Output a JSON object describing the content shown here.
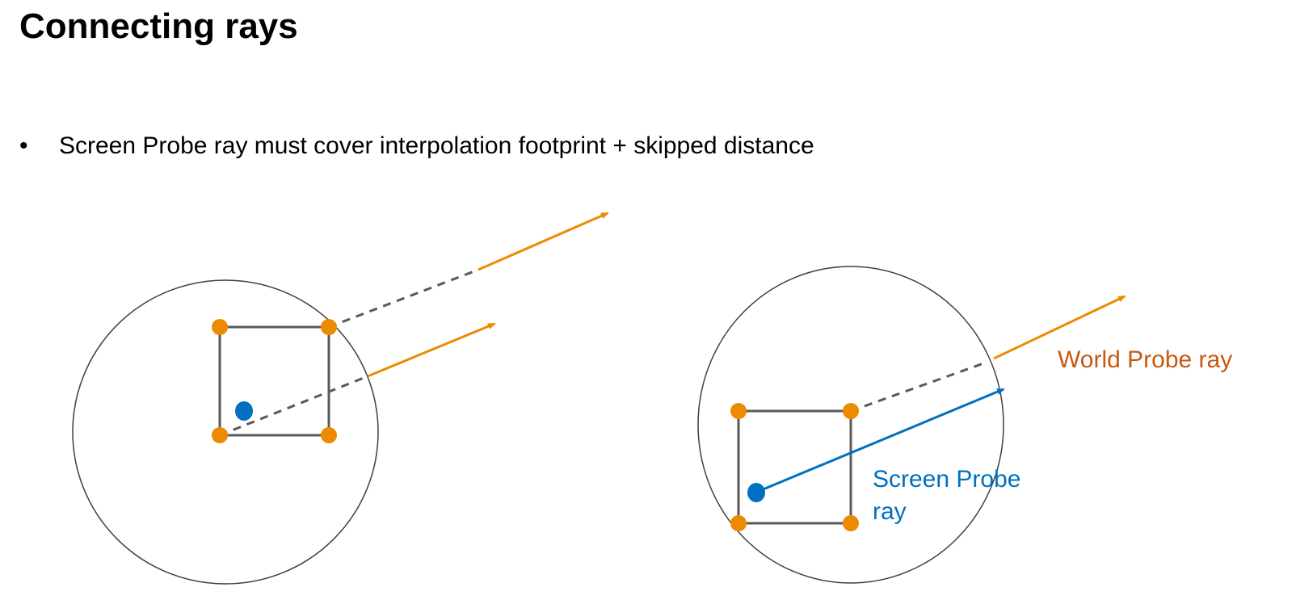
{
  "slide": {
    "title": "Connecting rays",
    "bullet_marker": "•",
    "bullet_text": "Screen Probe ray must cover interpolation footprint + skipped distance"
  },
  "diagram": {
    "world_probe_label": "World Probe ray",
    "screen_probe_label_line1": "Screen Probe",
    "screen_probe_label_line2": "ray",
    "colors": {
      "orange": "#ed8b00",
      "blue": "#0070c0",
      "world_label": "#c55a11",
      "gray": "#595959",
      "circle": "#404040"
    }
  }
}
